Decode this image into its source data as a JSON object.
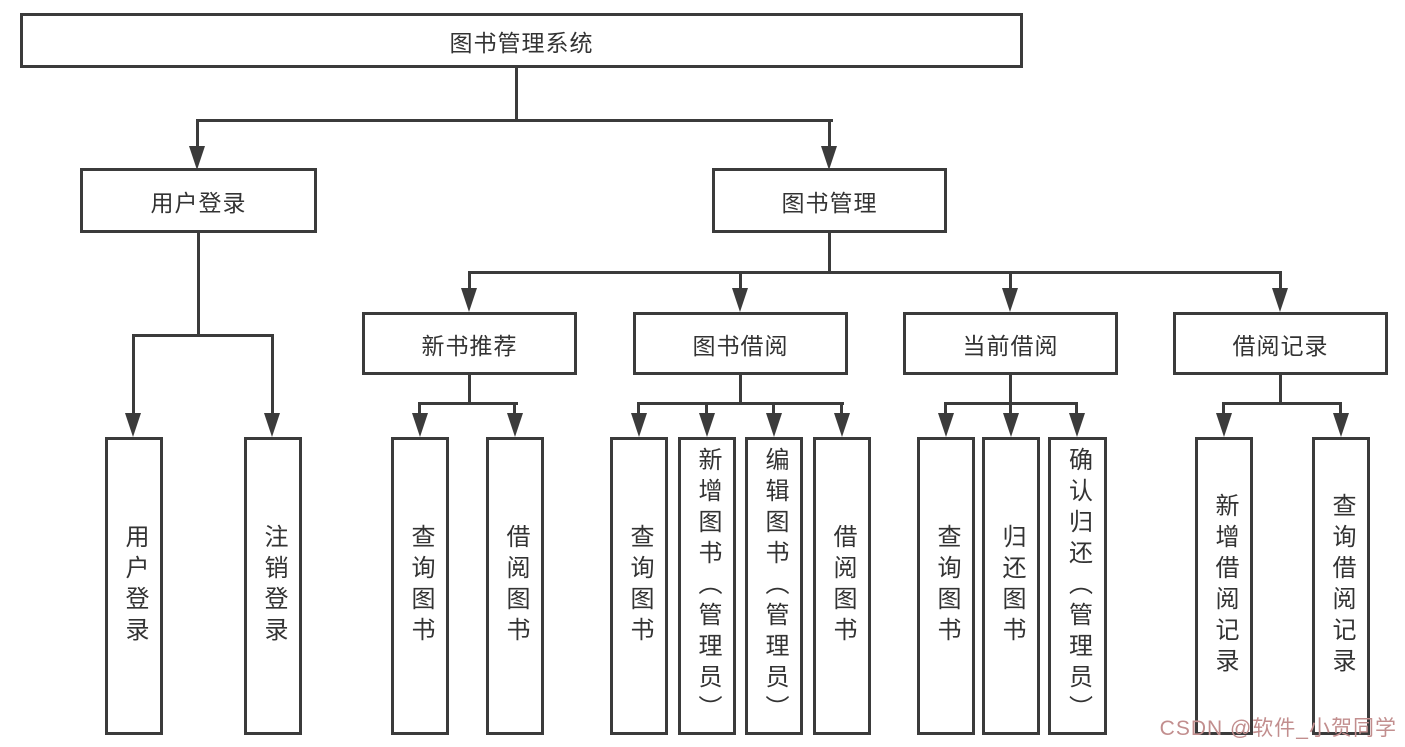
{
  "tree": {
    "root": {
      "label": "图书管理系统"
    },
    "branches": [
      {
        "label": "用户登录",
        "children": [
          {
            "label": "用户登录"
          },
          {
            "label": "注销登录"
          }
        ]
      },
      {
        "label": "图书管理",
        "children": [
          {
            "label": "新书推荐",
            "children": [
              {
                "label": "查询图书"
              },
              {
                "label": "借阅图书"
              }
            ]
          },
          {
            "label": "图书借阅",
            "children": [
              {
                "label": "查询图书"
              },
              {
                "label": "新增图书（管理员）"
              },
              {
                "label": "编辑图书（管理员）"
              },
              {
                "label": "借阅图书"
              }
            ]
          },
          {
            "label": "当前借阅",
            "children": [
              {
                "label": "查询图书"
              },
              {
                "label": "归还图书"
              },
              {
                "label": "确认归还（管理员）"
              }
            ]
          },
          {
            "label": "借阅记录",
            "children": [
              {
                "label": "新增借阅记录"
              },
              {
                "label": "查询借阅记录"
              }
            ]
          }
        ]
      }
    ]
  },
  "watermark": {
    "text": "CSDN @软件_小贺同学",
    "color": "#c28e8e"
  },
  "colors": {
    "line": "#3b3b3b",
    "text": "#333333",
    "background": "#ffffff"
  }
}
